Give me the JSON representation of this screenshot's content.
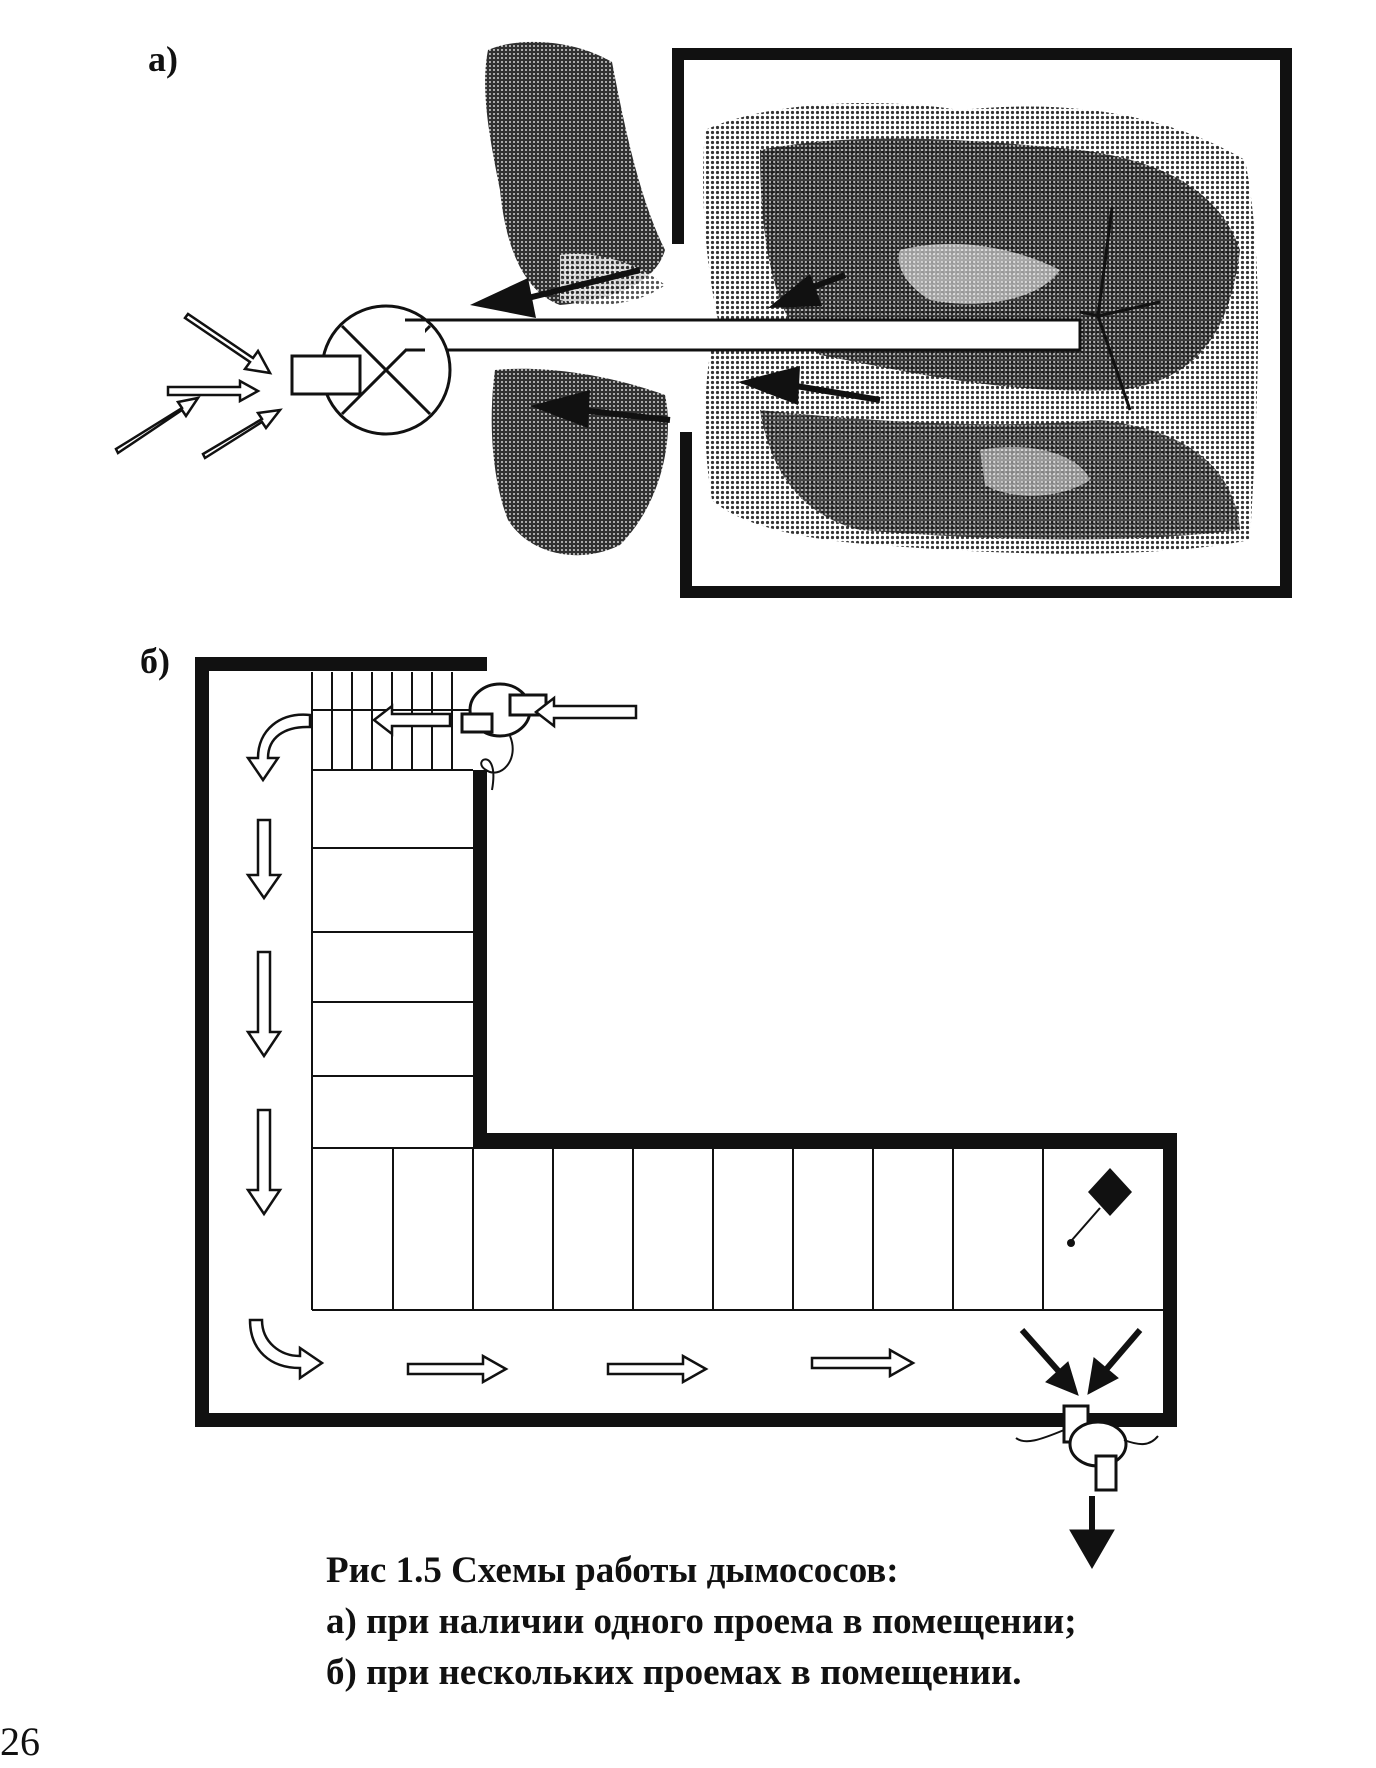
{
  "panels": {
    "a_label": "а)",
    "b_label": "б)"
  },
  "caption": {
    "title": "Рис 1.5  Схемы работы дымососов:",
    "line_a": "а) при наличии одного проема в помещении;",
    "line_b": "б) при нескольких проемах в помещении."
  },
  "page_number": "26",
  "colors": {
    "ink": "#111111",
    "smoke_dark": "#3a3a3a",
    "smoke_light": "#7a7a7a",
    "background": "#ffffff"
  }
}
